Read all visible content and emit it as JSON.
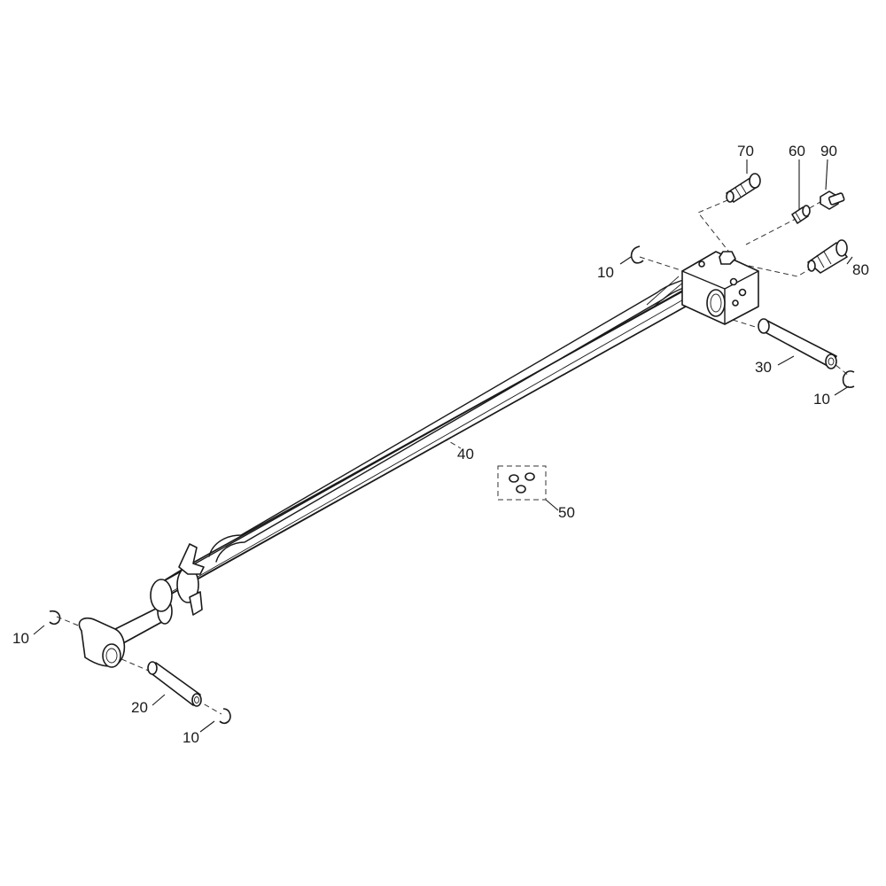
{
  "callouts": {
    "c70": "70",
    "c60": "60",
    "c90": "90",
    "c80": "80",
    "c10_top": "10",
    "c30": "30",
    "c10_right": "10",
    "c40": "40",
    "c50": "50",
    "c10_left": "10",
    "c20": "20",
    "c10_bottom": "10"
  }
}
